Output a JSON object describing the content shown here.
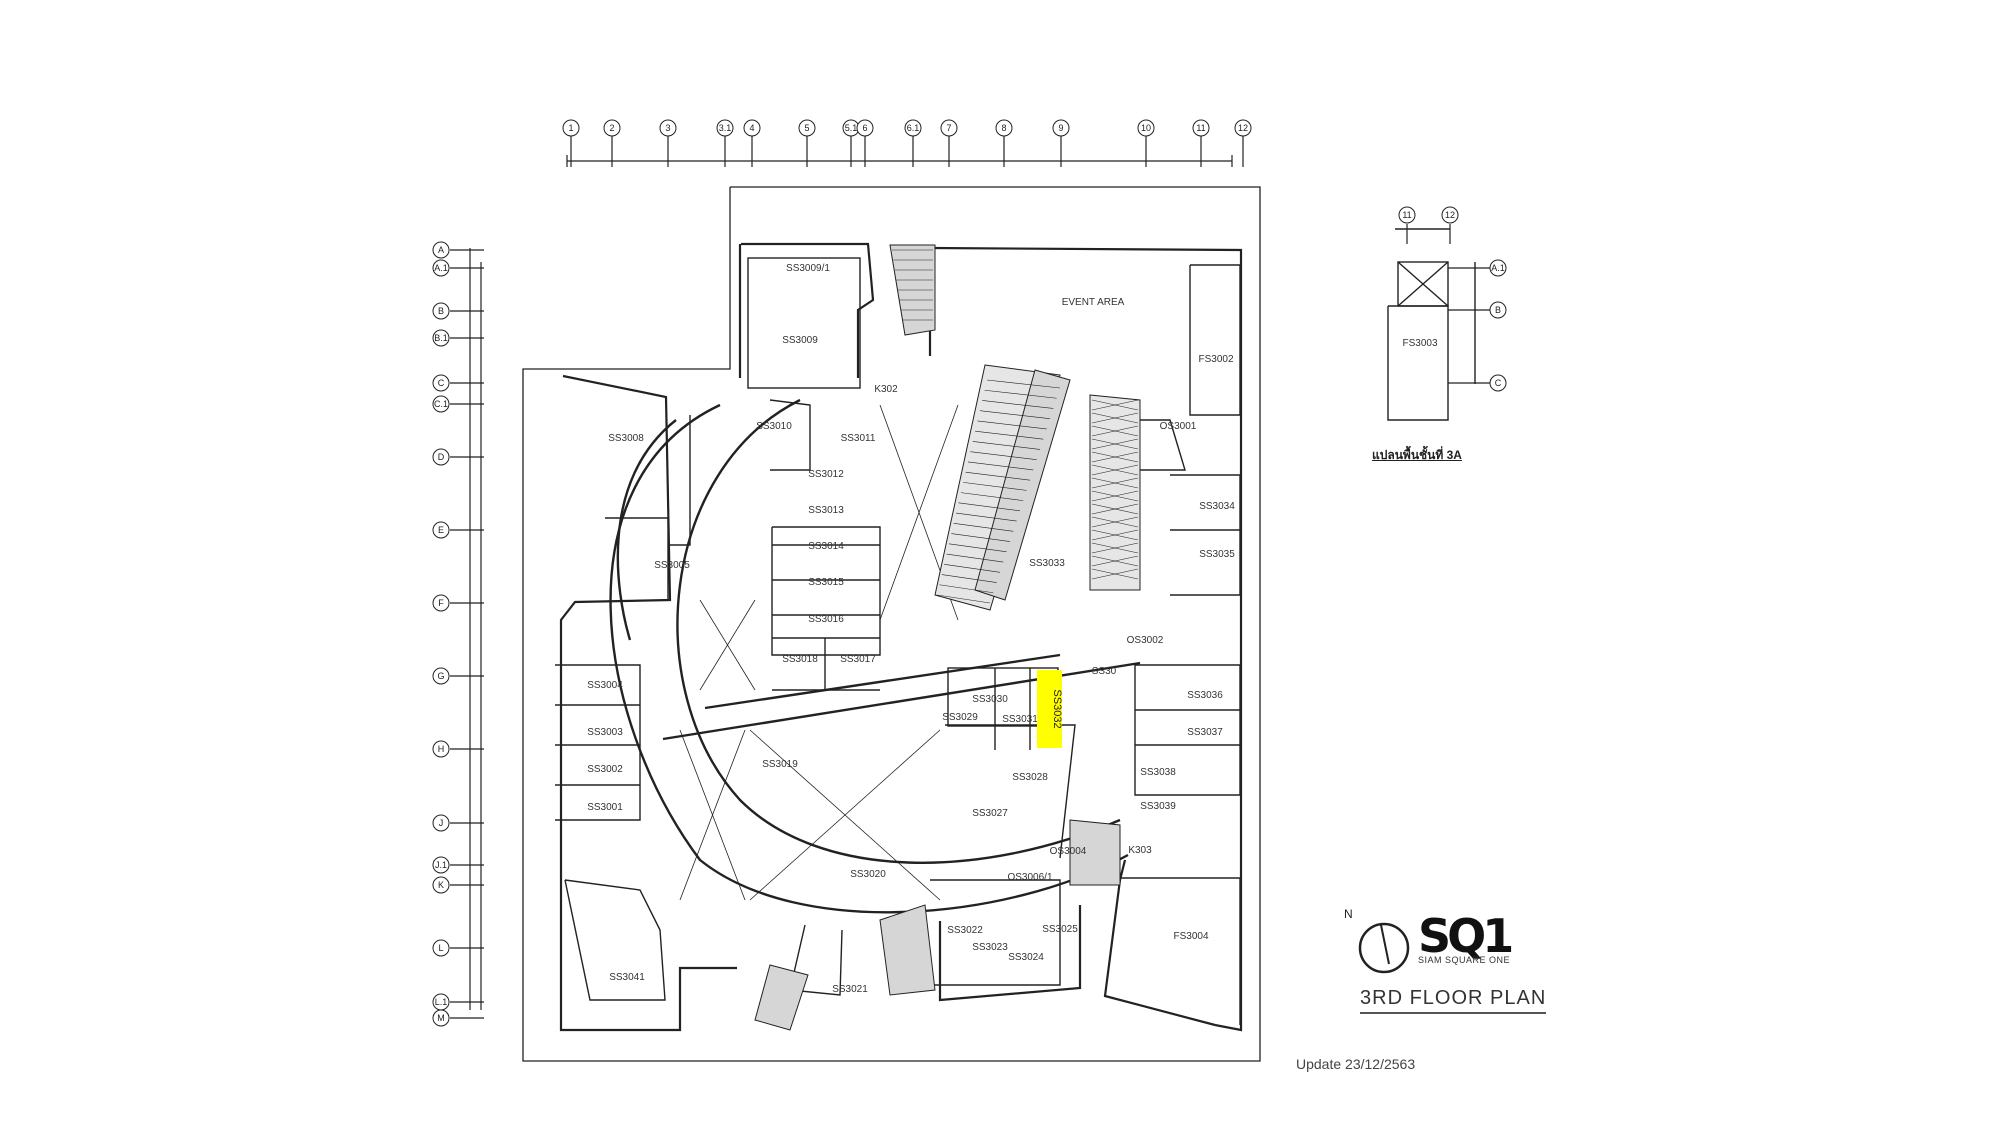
{
  "plan": {
    "title": "3RD  FLOOR PLAN",
    "update": "Update  23/12/2563",
    "logo_text": "SQ1",
    "brand_subtitle": "SIAM SQUARE  ONE",
    "north_label": "N",
    "inset_caption": "แปลนพื้นชั้นที่  3A",
    "highlight_color": "#ffff00",
    "highlighted_unit": "SS3032"
  },
  "grid": {
    "columns": [
      "1",
      "2",
      "3",
      "3.1",
      "4",
      "5",
      "5.1",
      "6",
      "6.1",
      "7",
      "8",
      "9",
      "10",
      "11",
      "12"
    ],
    "rows": [
      "A",
      "A.1",
      "B",
      "B.1",
      "C",
      "C.1",
      "D",
      "E",
      "F",
      "G",
      "H",
      "J",
      "J.1",
      "K",
      "L",
      "L.1",
      "M"
    ],
    "inset_columns": [
      "11",
      "12"
    ],
    "inset_rows": [
      "A.1",
      "B",
      "C"
    ]
  },
  "units": [
    {
      "id": "SS3009/1"
    },
    {
      "id": "SS3009"
    },
    {
      "id": "EVENT AREA"
    },
    {
      "id": "FS3002"
    },
    {
      "id": "SS3008"
    },
    {
      "id": "SS3010"
    },
    {
      "id": "SS3011"
    },
    {
      "id": "SS3012"
    },
    {
      "id": "SS3013"
    },
    {
      "id": "SS3014"
    },
    {
      "id": "SS3015"
    },
    {
      "id": "SS3016"
    },
    {
      "id": "SS3017"
    },
    {
      "id": "SS3018"
    },
    {
      "id": "SS3005"
    },
    {
      "id": "SS3004"
    },
    {
      "id": "SS3003"
    },
    {
      "id": "SS3002"
    },
    {
      "id": "SS3001"
    },
    {
      "id": "SS3019"
    },
    {
      "id": "SS3020"
    },
    {
      "id": "SS3021"
    },
    {
      "id": "SS3041"
    },
    {
      "id": "SS3033"
    },
    {
      "id": "SS3034"
    },
    {
      "id": "SS3035"
    },
    {
      "id": "SS3036"
    },
    {
      "id": "SS3037"
    },
    {
      "id": "SS3038"
    },
    {
      "id": "SS3039"
    },
    {
      "id": "SS3030"
    },
    {
      "id": "SS3029"
    },
    {
      "id": "SS3031"
    },
    {
      "id": "SS3028"
    },
    {
      "id": "SS3027"
    },
    {
      "id": "SS3022"
    },
    {
      "id": "SS3023"
    },
    {
      "id": "SS3024"
    },
    {
      "id": "SS3025"
    },
    {
      "id": "FS3004"
    },
    {
      "id": "FS3003"
    },
    {
      "id": "OS3001"
    },
    {
      "id": "OS3002"
    },
    {
      "id": "OS3006/1"
    },
    {
      "id": "OS3004"
    },
    {
      "id": "SS3032"
    },
    {
      "id": "SS30"
    },
    {
      "id": "K302"
    },
    {
      "id": "K303"
    }
  ]
}
